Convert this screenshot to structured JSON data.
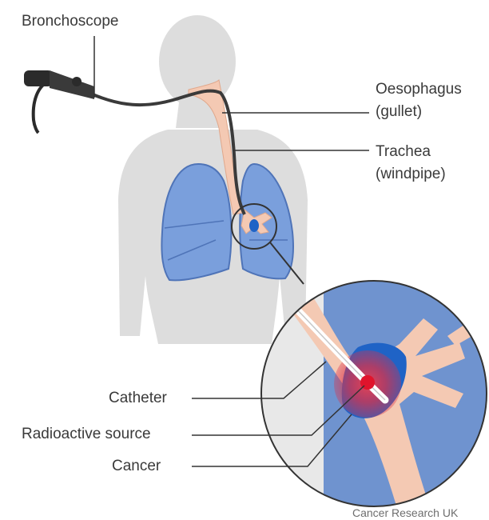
{
  "labels": {
    "bronchoscope": "Bronchoscope",
    "oesophagus_line1": "Oesophagus",
    "oesophagus_line2": "(gullet)",
    "trachea_line1": "Trachea",
    "trachea_line2": "(windpipe)",
    "catheter": "Catheter",
    "radioactive_source": "Radioactive source",
    "cancer": "Cancer"
  },
  "credit": "Cancer Research UK",
  "colors": {
    "body_silhouette": "#dddddd",
    "lung": "#7a9fdc",
    "lung_outline": "#4f74b8",
    "airway": "#f4c9b3",
    "tumour": "#1f63c6",
    "radiation_glow": "#d9324a",
    "radioactive_source": "#e0142c",
    "pointer_line": "#333333",
    "magnifier_fill": "#6f93cf"
  }
}
